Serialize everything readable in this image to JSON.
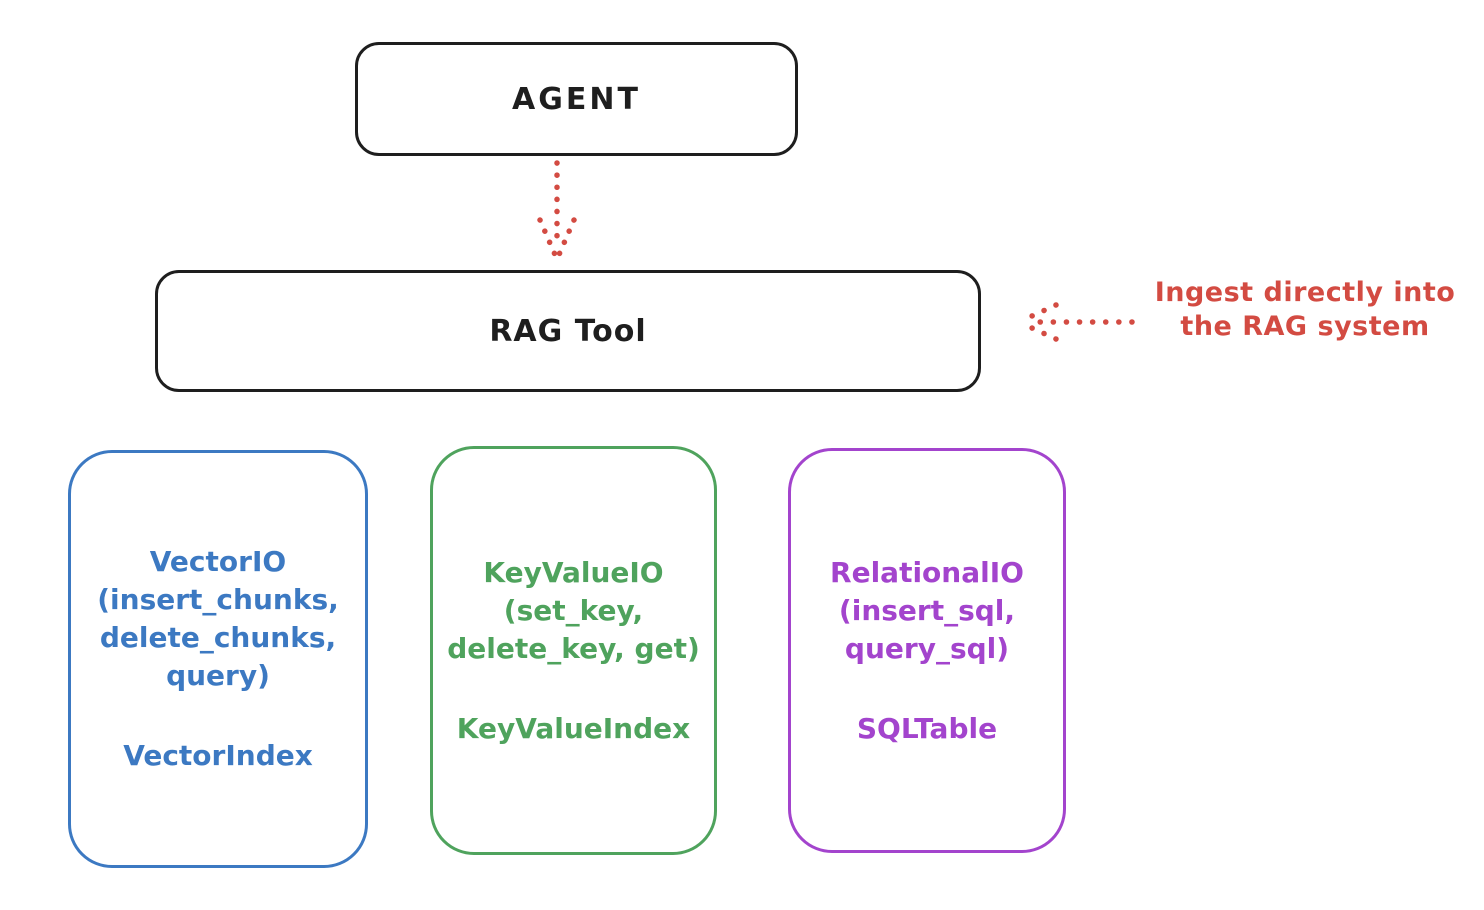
{
  "diagram": {
    "agent_box": {
      "label": "AGENT"
    },
    "rag_tool_box": {
      "label": "RAG Tool"
    },
    "annotation": {
      "line1": "Ingest directly into",
      "line2": "the RAG system"
    },
    "io_boxes": [
      {
        "name": "vector-io",
        "color": "#3c79c2",
        "lines": [
          "VectorIO",
          "(insert_chunks,",
          "delete_chunks,",
          "query)"
        ],
        "index_label": "VectorIndex"
      },
      {
        "name": "keyvalue-io",
        "color": "#4fa35d",
        "lines": [
          "KeyValueIO",
          "(set_key,",
          "delete_key, get)"
        ],
        "index_label": "KeyValueIndex"
      },
      {
        "name": "relational-io",
        "color": "#a344cd",
        "lines": [
          "RelationalIO",
          "(insert_sql,",
          "query_sql)"
        ],
        "index_label": "SQLTable"
      }
    ],
    "colors": {
      "stroke": "#1e1e1e",
      "red": "#d34b42",
      "background": "#ffffff"
    }
  }
}
